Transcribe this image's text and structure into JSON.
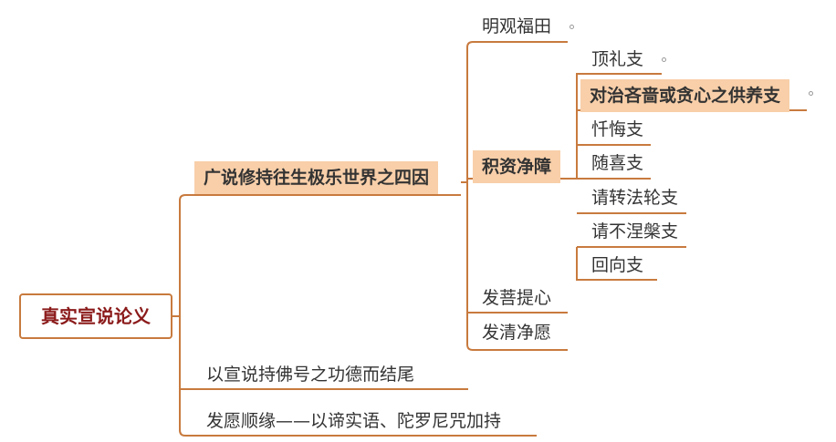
{
  "root": {
    "label": "真实宣说论义"
  },
  "level1": [
    {
      "label": "广说修持往生极乐世界之四因"
    },
    {
      "label": "以宣说持佛号之功德而结尾"
    },
    {
      "label": "发愿顺缘——以谛实语、陀罗尼咒加持"
    }
  ],
  "four_causes": [
    {
      "label": "明观福田"
    },
    {
      "label": "积资净障"
    },
    {
      "label": "发菩提心"
    },
    {
      "label": "发清净愿"
    }
  ],
  "seven_branches": [
    {
      "label": "顶礼支"
    },
    {
      "label": "对治吝啬或贪心之供养支"
    },
    {
      "label": "忏悔支"
    },
    {
      "label": "随喜支"
    },
    {
      "label": "请转法轮支"
    },
    {
      "label": "请不涅槃支"
    },
    {
      "label": "回向支"
    }
  ],
  "colors": {
    "line": "#c87a3e",
    "highlight": "#f8cfa9",
    "root_text": "#8b1a1a"
  }
}
